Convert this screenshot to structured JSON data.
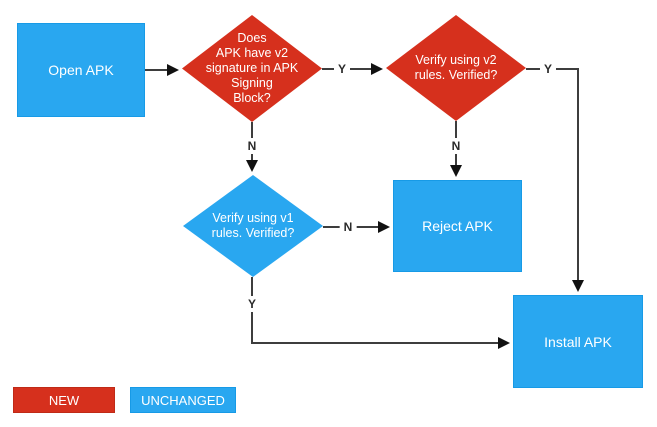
{
  "diagram": {
    "nodes": {
      "open_apk": "Open APK",
      "v2_signature_check": "Does\nAPK have v2\nsignature in APK\nSigning\nBlock?",
      "verify_v2": "Verify using v2\nrules. Verified?",
      "verify_v1": "Verify using v1\nrules. Verified?",
      "reject_apk": "Reject APK",
      "install_apk": "Install APK"
    },
    "edge_labels": {
      "v2check_to_verifyv2": "Y",
      "v2check_to_verifyv1": "N",
      "verifyv2_to_install": "Y",
      "verifyv2_to_reject": "N",
      "verifyv1_to_reject": "N",
      "verifyv1_to_install": "Y"
    },
    "legend": {
      "new_label": "NEW",
      "unchanged_label": "UNCHANGED"
    },
    "colors": {
      "new_red": "#D6301D",
      "unchanged_blue": "#29A7F0",
      "connector": "#3d3d3d"
    }
  }
}
